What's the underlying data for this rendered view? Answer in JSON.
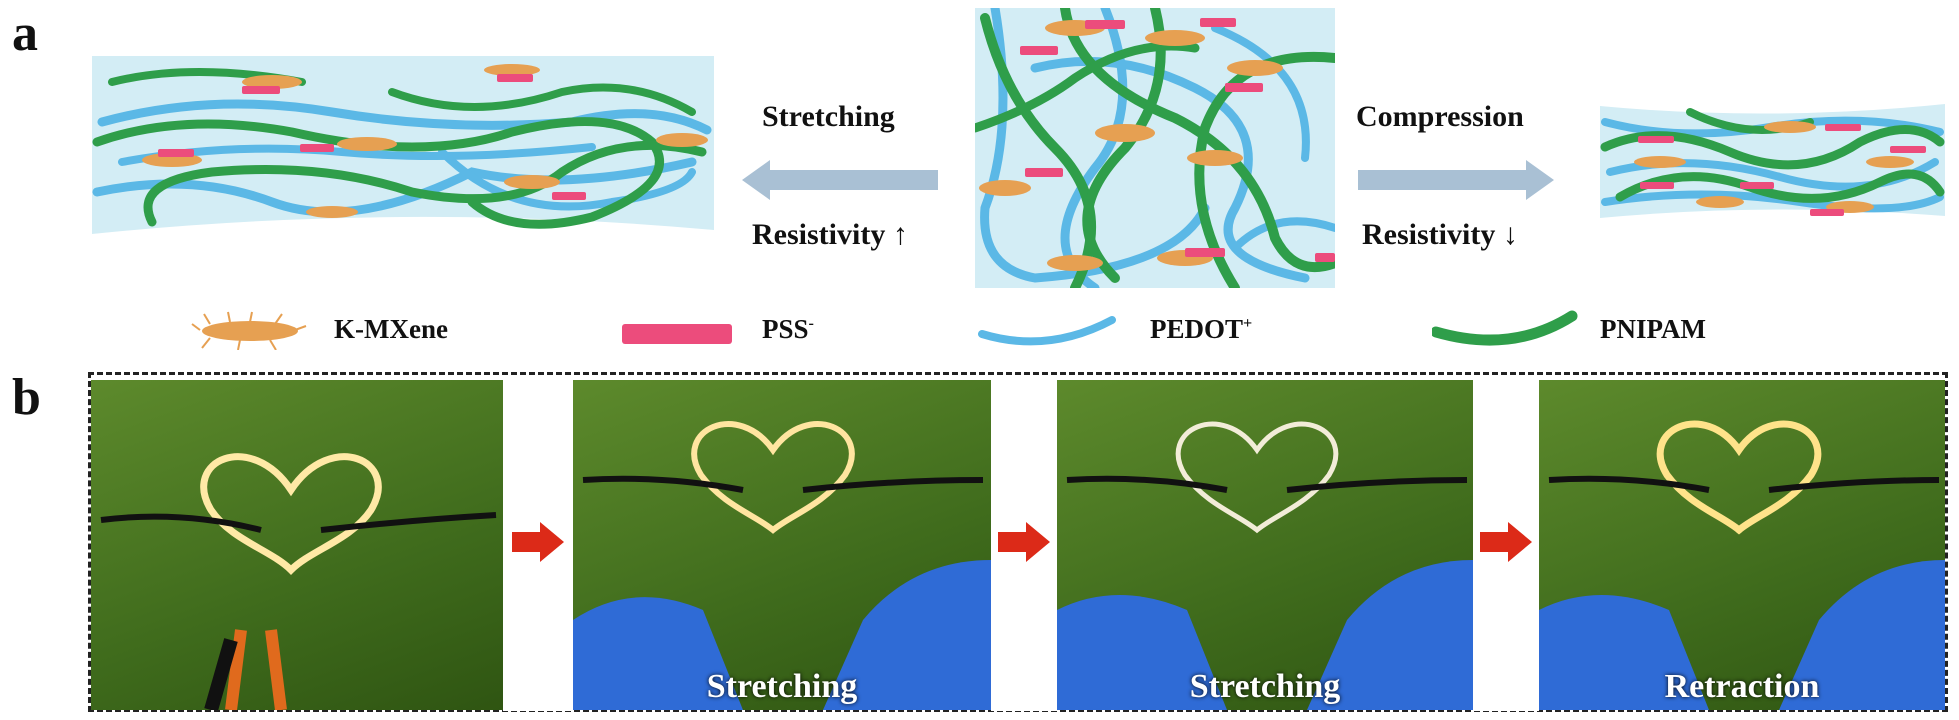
{
  "panels": {
    "a": "a",
    "b": "b"
  },
  "schematic": {
    "stretch_label": "Stretching",
    "stretch_resistivity": "Resistivity",
    "compress_label": "Compression",
    "compress_resistivity": "Resistivity"
  },
  "legend": {
    "kmxene": "K-MXene",
    "pss": "PSS",
    "pss_sup": "-",
    "pedot": "PEDOT",
    "pedot_sup": "+",
    "pnipam": "PNIPAM"
  },
  "photos": {
    "captions": [
      "",
      "Stretching",
      "Stretching",
      "Retraction"
    ]
  },
  "colors": {
    "gel_bg": "#d3edf5",
    "pedot": "#5bb8e6",
    "pnipam": "#2f9e4a",
    "pss": "#ec4c7c",
    "mxene": "#e6a052",
    "arrow_gray": "#a9c0d4",
    "red_arrow": "#dc2a18",
    "grass": "#4f7a26"
  }
}
